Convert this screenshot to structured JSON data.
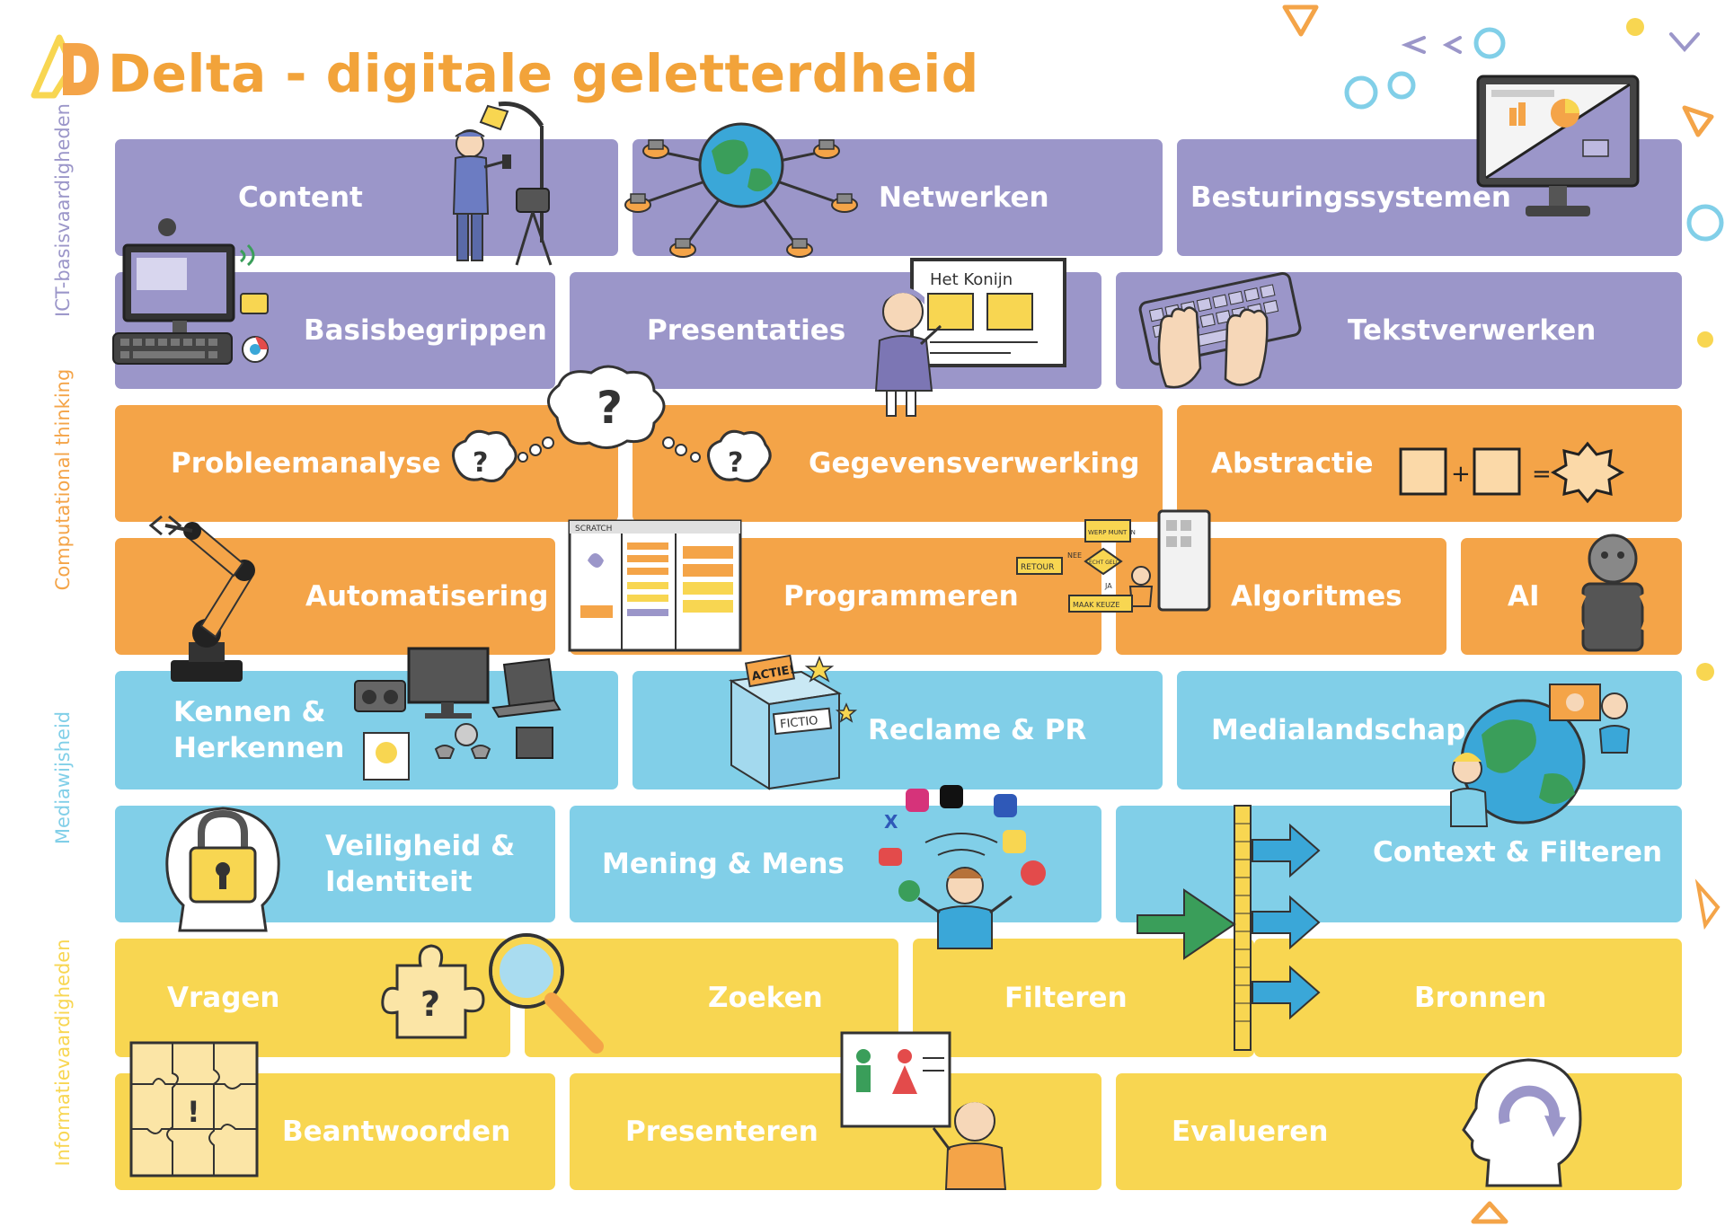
{
  "title": "Delta - digitale geletterdheid",
  "colors": {
    "purple": "#9b96c9",
    "orange": "#f4a448",
    "blue": "#81cfe8",
    "yellow": "#f8d651",
    "title": "#f2a33a"
  },
  "categories": {
    "ict": "ICT-basisvaardigheden",
    "ct": "Computational thinking",
    "media": "Mediawijsheid",
    "info": "Informatievaardigheden"
  },
  "tiles": {
    "content": "Content",
    "netwerken": "Netwerken",
    "besturingssystemen": "Besturingssystemen",
    "basisbegrippen": "Basisbegrippen",
    "presentaties": "Presentaties",
    "tekstverwerken": "Tekstverwerken",
    "probleemanalyse": "Probleemanalyse",
    "gegevensverwerking": "Gegevensverwerking",
    "abstractie": "Abstractie",
    "automatisering": "Automatisering",
    "programmeren": "Programmeren",
    "algoritmes": "Algoritmes",
    "ai": "AI",
    "kennen_line1": "Kennen &",
    "kennen_line2": "Herkennen",
    "reclame": "Reclame & PR",
    "medialandschap": "Medialandschap",
    "veiligheid_line1": "Veiligheid &",
    "veiligheid_line2": "Identiteit",
    "mening": "Mening & Mens",
    "context": "Context & Filteren",
    "vragen": "Vragen",
    "zoeken": "Zoeken",
    "filteren": "Filteren",
    "bronnen": "Bronnen",
    "beantwoorden": "Beantwoorden",
    "presenteren": "Presenteren",
    "evalueren": "Evalueren"
  },
  "illustration_text": {
    "het_konijn": "Het Konijn",
    "question_mark": "?",
    "plus": "+",
    "equals": "=",
    "scratch": "SCRATCH",
    "werp_munt_in": "WERP MUNT IN",
    "echt_geld": "ECHT GELD",
    "nee": "NEE",
    "ja": "JA",
    "retour": "RETOUR",
    "maak_keuze": "MAAK KEUZE",
    "actie": "ACTIE!",
    "fictio": "FICTIO"
  },
  "icons": {
    "logo": "delta-logo",
    "camera_person": "person-filming-icon",
    "globe_network": "globe-network-icon",
    "monitor": "monitor-icon",
    "desktop_pc": "desktop-computer-icon",
    "presentation_girl": "girl-presenting-icon",
    "keyboard_hands": "keyboard-typing-icon",
    "thought_cloud": "thought-cloud-icon",
    "abstraction": "abstraction-shapes-icon",
    "robot_arm": "robot-arm-icon",
    "scratch_screen": "scratch-editor-icon",
    "flowchart_kid": "vending-machine-flowchart-icon",
    "robot": "robot-icon",
    "devices": "media-devices-icon",
    "fiction_box": "fiction-box-icon",
    "globe_people": "globe-video-call-icon",
    "lock_head": "lock-head-icon",
    "social_juggler": "social-media-juggler-icon",
    "filter_sign": "filter-signpost-icon",
    "puzzle_magnifier": "puzzle-magnifier-icon",
    "puzzle_grid": "puzzle-grid-icon",
    "presenting_child": "child-presenting-icon",
    "head_cycle": "head-cycle-icon"
  }
}
